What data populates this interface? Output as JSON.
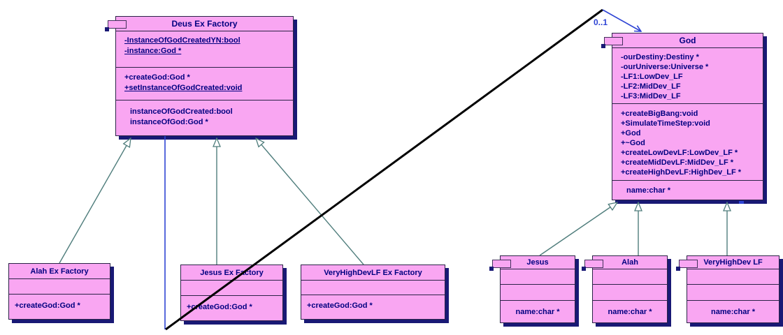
{
  "diagram_type": "uml-class-diagram",
  "colors": {
    "class_fill": "#f9a6f2",
    "class_border": "#2b2347",
    "drop_shadow": "#191975",
    "member_text": "#000080",
    "inheritance_line": "#4f7d7c",
    "association_line": "#2e44d4",
    "crossing_line": "#000000"
  },
  "association": {
    "multiplicity": "0..1"
  },
  "classes": {
    "deus_ex_factory": {
      "title": "Deus Ex Factory",
      "has_icon": true,
      "attributes": [
        {
          "text": "-InstanceOfGodCreatedYN:bool",
          "underline": true
        },
        {
          "text": "-instance:God *",
          "underline": true
        }
      ],
      "methods": [
        {
          "text": "+createGod:God *",
          "underline": false
        },
        {
          "text": "+setInstanceOfGodCreated:void",
          "underline": true
        }
      ],
      "extras": [
        {
          "text": "instanceOfGodCreated:bool"
        },
        {
          "text": "instanceOfGod:God *"
        }
      ]
    },
    "god": {
      "title": "God",
      "has_icon": true,
      "attributes": [
        {
          "text": "-ourDestiny:Destiny *"
        },
        {
          "text": "-ourUniverse:Universe *"
        },
        {
          "text": "-LF1:LowDev_LF"
        },
        {
          "text": "-LF2:MidDev_LF"
        },
        {
          "text": "-LF3:MidDev_LF"
        }
      ],
      "methods": [
        {
          "text": "+createBigBang:void"
        },
        {
          "text": "+SimulateTimeStep:void"
        },
        {
          "text": "+God"
        },
        {
          "text": "+~God"
        },
        {
          "text": "+createLowDevLF:LowDev_LF *"
        },
        {
          "text": "+createMidDevLF:MidDev_LF *"
        },
        {
          "text": "+createHighDevLF:HighDev_LF *"
        }
      ],
      "extras": [
        {
          "text": "name:char *"
        }
      ]
    },
    "alah_ex_factory": {
      "title": "Alah Ex Factory",
      "has_icon": false,
      "methods": [
        {
          "text": "+createGod:God *"
        }
      ]
    },
    "jesus_ex_factory": {
      "title": "Jesus Ex Factory",
      "has_icon": false,
      "methods": [
        {
          "text": "+createGod:God *"
        }
      ]
    },
    "veryhighdevlf_ex_factory": {
      "title": "VeryHighDevLF Ex Factory",
      "has_icon": false,
      "methods": [
        {
          "text": "+createGod:God *"
        }
      ]
    },
    "jesus": {
      "title": "Jesus",
      "has_icon": true,
      "extras": [
        {
          "text": "name:char *"
        }
      ]
    },
    "alah": {
      "title": "Alah",
      "has_icon": true,
      "extras": [
        {
          "text": "name:char *"
        }
      ]
    },
    "veryhighdev_lf": {
      "title": "VeryHighDev LF",
      "has_icon": true,
      "extras": [
        {
          "text": "name:char *"
        }
      ]
    }
  }
}
